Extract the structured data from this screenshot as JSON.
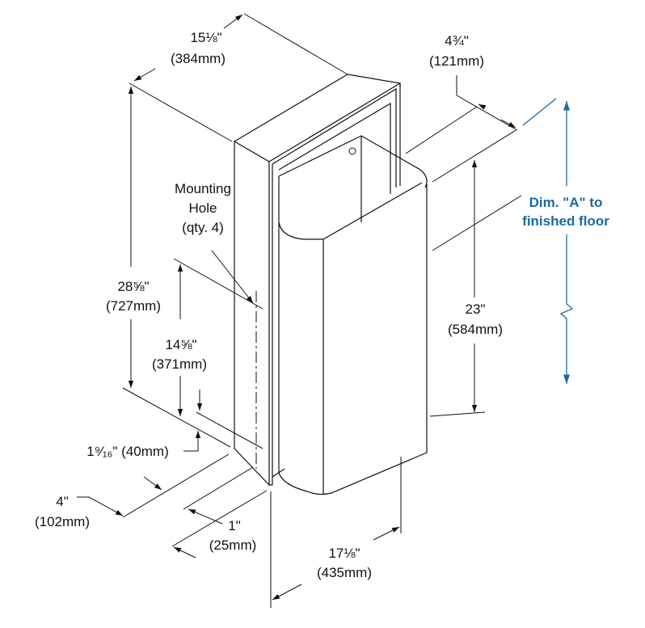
{
  "title": "Recessed waste receptacle dimension drawing",
  "dimensions": {
    "depth_top": {
      "imperial": "15⅛\"",
      "metric": "(384mm)"
    },
    "bin_projection": {
      "imperial": "4¾\"",
      "metric": "(121mm)"
    },
    "mounting_hole": {
      "line1": "Mounting",
      "line2": "Hole",
      "line3": "(qty. 4)"
    },
    "overall_height": {
      "imperial": "28⅝\"",
      "metric": "(727mm)"
    },
    "hole_spacing": {
      "imperial": "14⅝\"",
      "metric": "(371mm)"
    },
    "hole_offset": {
      "label": "1⁹⁄₁₆\" (40mm)"
    },
    "wall_depth": {
      "imperial": "4\"",
      "metric": "(102mm)"
    },
    "flange": {
      "imperial": "1\"",
      "metric": "(25mm)"
    },
    "width": {
      "imperial": "17⅛\"",
      "metric": "(435mm)"
    },
    "bin_height": {
      "imperial": "23\"",
      "metric": "(584mm)"
    },
    "dim_a": {
      "line1": "Dim. \"A\" to",
      "line2": "finished floor"
    }
  },
  "colors": {
    "line": "#111111",
    "accent": "#1a6aa8"
  }
}
